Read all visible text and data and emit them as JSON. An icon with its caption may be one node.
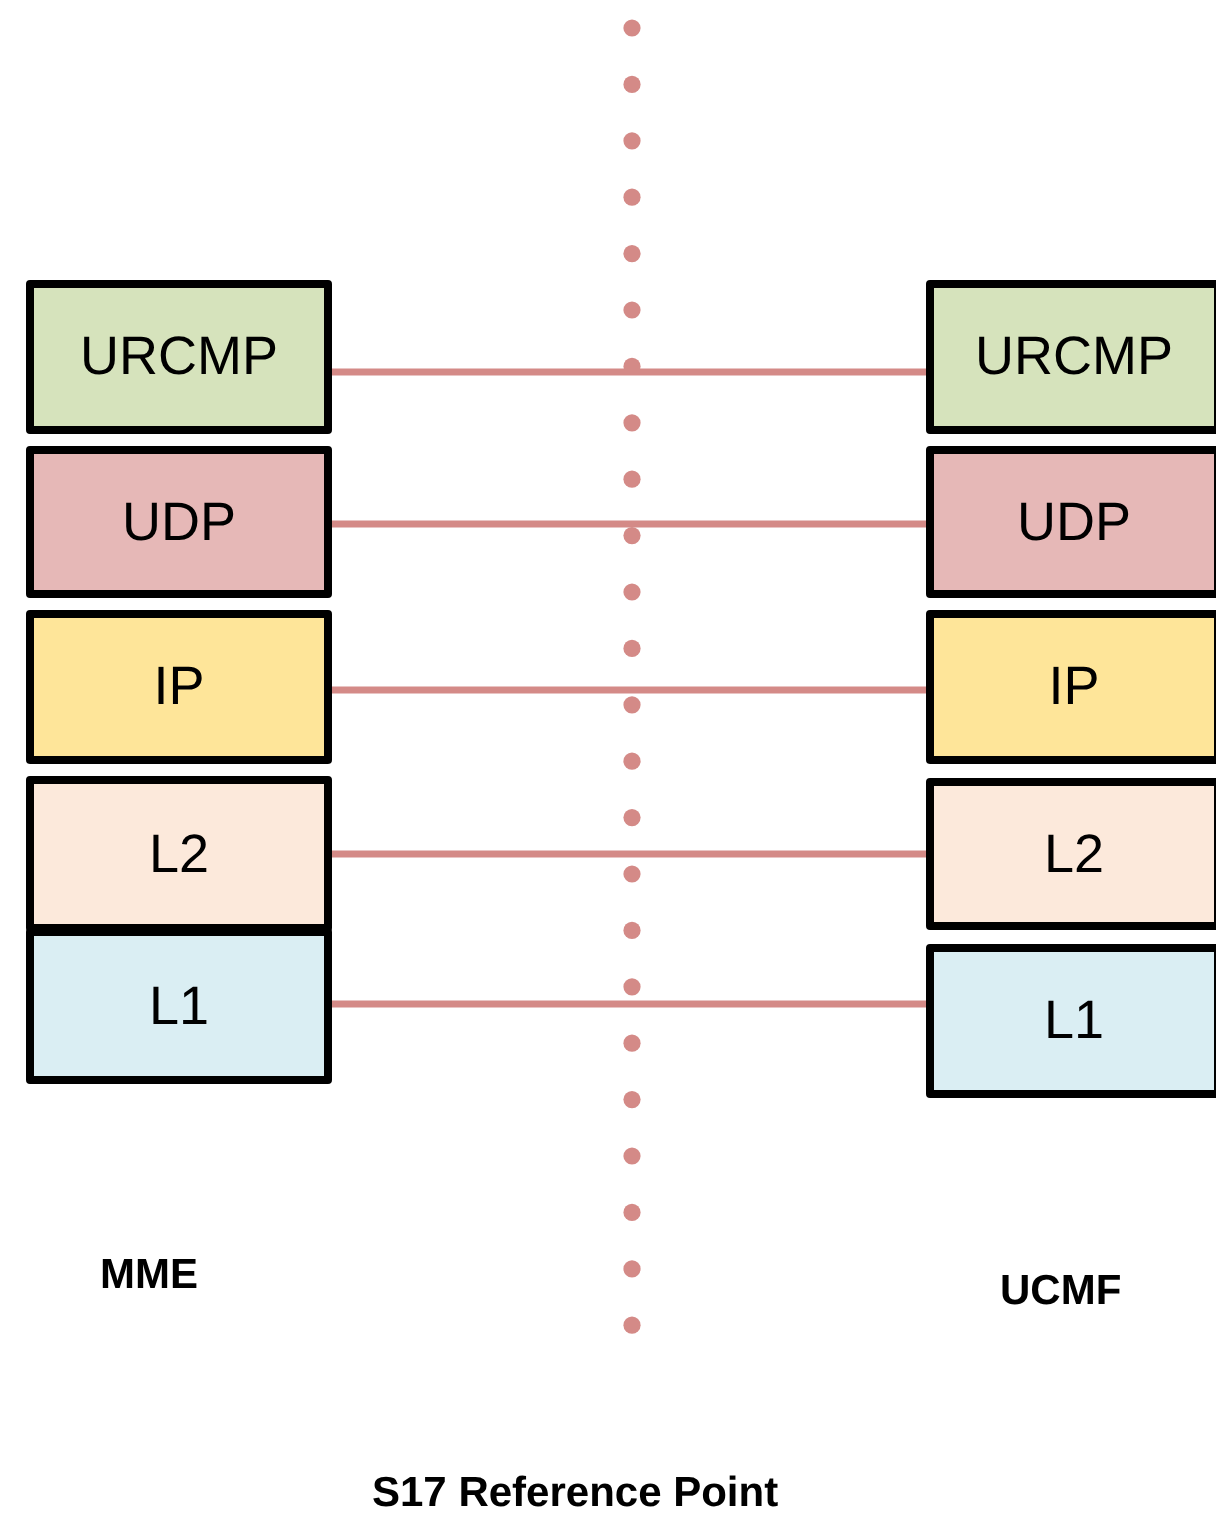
{
  "diagram": {
    "caption": "S17 Reference Point",
    "nodes": [
      {
        "text": [
          "URCMP"
        ]
      },
      {
        "text": [
          "UDP"
        ]
      },
      {
        "text": [
          "IP"
        ]
      },
      {
        "text": [
          "L2"
        ]
      },
      {
        "text": [
          "L1"
        ]
      },
      {
        "text": [
          "URCMP"
        ]
      },
      {
        "text": [
          "UDP"
        ]
      },
      {
        "text": [
          "IP"
        ]
      },
      {
        "text": [
          "L2"
        ]
      },
      {
        "text": [
          "L1"
        ]
      }
    ],
    "edges": [
      {
        "from": 0,
        "to": 5,
        "arrow": "none"
      },
      {
        "from": 1,
        "to": 6,
        "arrow": "none"
      },
      {
        "from": 2,
        "to": 7,
        "arrow": "none"
      },
      {
        "from": 3,
        "to": 8,
        "arrow": "none"
      },
      {
        "from": 4,
        "to": 9,
        "arrow": "none"
      }
    ],
    "labels": [
      "MME",
      "UCMF"
    ]
  }
}
